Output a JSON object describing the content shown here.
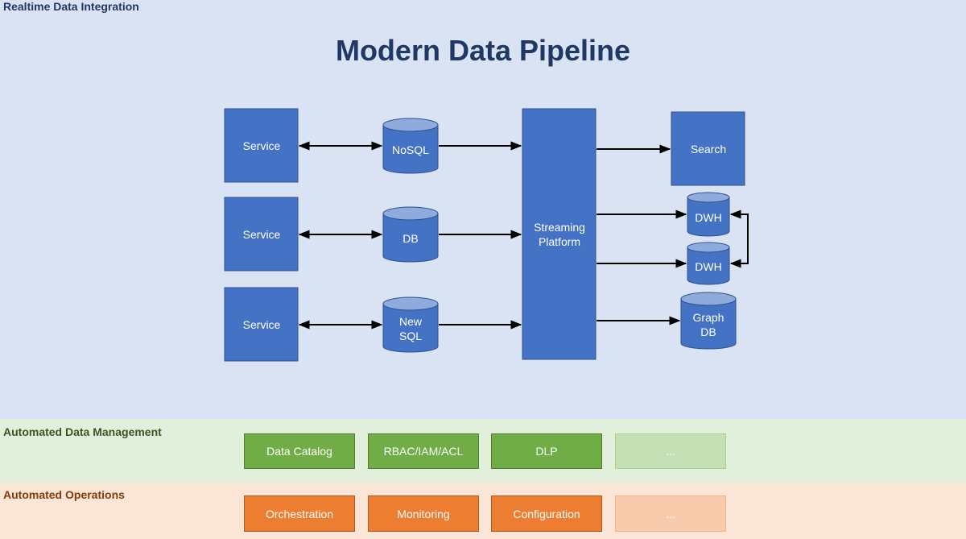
{
  "sections": {
    "realtime": "Realtime Data Integration",
    "data_management": "Automated Data Management",
    "operations": "Automated Operations"
  },
  "title": "Modern Data Pipeline",
  "services": [
    "Service",
    "Service",
    "Service"
  ],
  "stores": [
    [
      "NoSQL"
    ],
    [
      "DB"
    ],
    [
      "New",
      "SQL"
    ]
  ],
  "streaming": [
    "Streaming",
    "Platform"
  ],
  "targets": {
    "search": "Search",
    "dwh1": "DWH",
    "dwh2": "DWH",
    "graph": [
      "Graph",
      "DB"
    ]
  },
  "data_management": [
    "Data Catalog",
    "RBAC/IAM/ACL",
    "DLP",
    "..."
  ],
  "operations": [
    "Orchestration",
    "Monitoring",
    "Configuration",
    "..."
  ],
  "colors": {
    "node_fill": "#4472c4",
    "node_stroke": "#2f528f",
    "band_realtime": "#dae3f3",
    "band_data_management": "#e2efda",
    "band_operations": "#fbe5d6"
  }
}
